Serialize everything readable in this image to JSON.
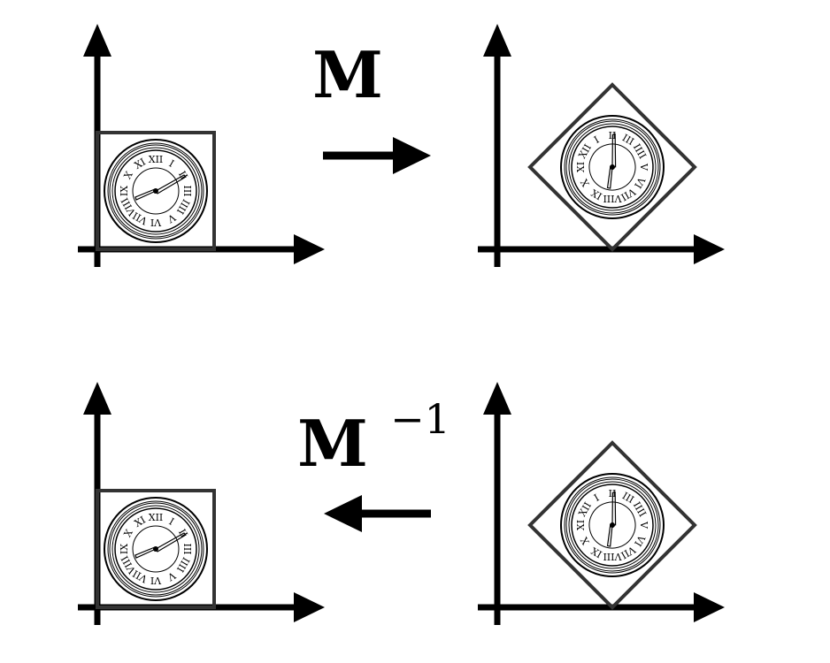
{
  "forward": {
    "label": "M"
  },
  "inverse": {
    "label": "M",
    "superscript": "−1"
  },
  "clock": {
    "numerals": [
      "XII",
      "I",
      "II",
      "III",
      "IIII",
      "V",
      "VI",
      "VII",
      "VIII",
      "IX",
      "X",
      "XI"
    ]
  },
  "panels": [
    {
      "id": "top-left",
      "shape": "square"
    },
    {
      "id": "top-right",
      "shape": "diamond"
    },
    {
      "id": "bottom-left",
      "shape": "square"
    },
    {
      "id": "bottom-right",
      "shape": "diamond"
    }
  ],
  "colors": {
    "ink": "#000000",
    "frame": "#333333"
  }
}
